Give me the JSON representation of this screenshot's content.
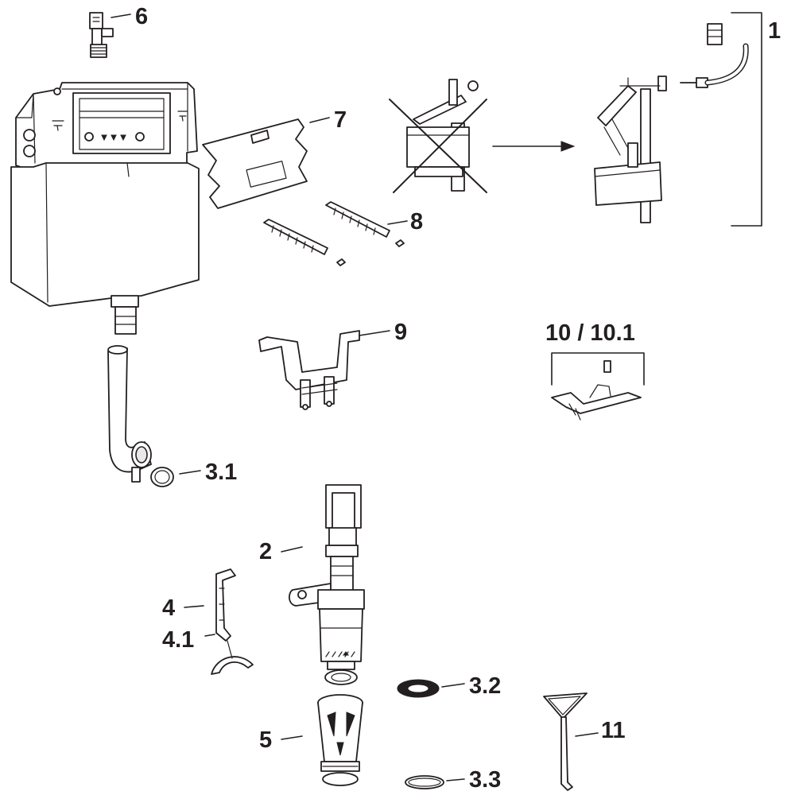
{
  "labels": {
    "p1": "1",
    "p2": "2",
    "p3_1": "3.1",
    "p3_2": "3.2",
    "p3_3": "3.3",
    "p4": "4",
    "p4_1": "4.1",
    "p5": "5",
    "p6": "6",
    "p7": "7",
    "p8": "8",
    "p9": "9",
    "p10": "10 / 10.1",
    "p11": "11"
  },
  "colors": {
    "ink": "#231f20",
    "background": "#ffffff"
  },
  "annotations": {
    "replacement_arrow": "old fill valve replaced by new fill valve (1)"
  }
}
